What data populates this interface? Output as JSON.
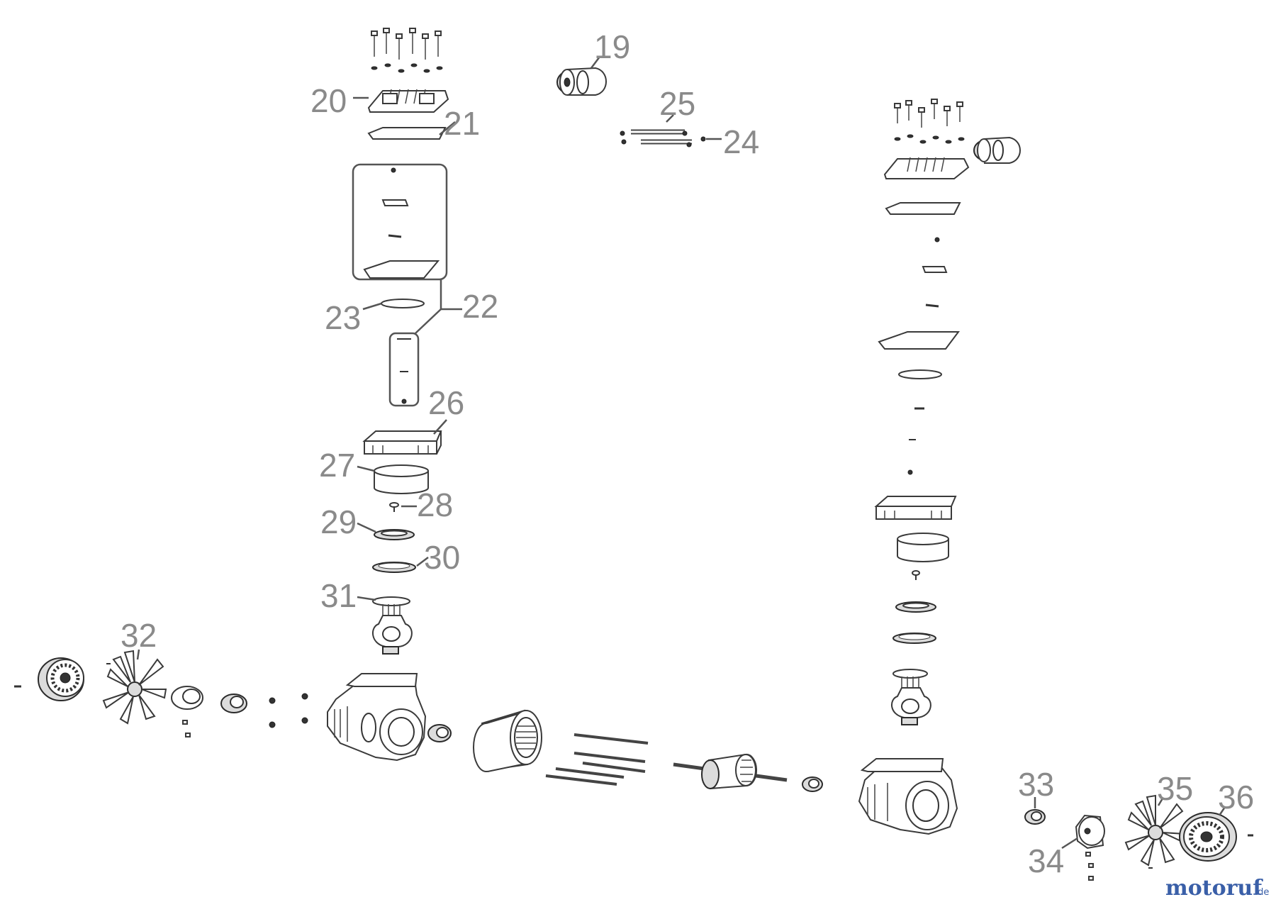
{
  "labels": {
    "p19": "19",
    "p20": "20",
    "p21": "21",
    "p22": "22",
    "p23": "23",
    "p24": "24",
    "p25": "25",
    "p26": "26",
    "p27": "27",
    "p28": "28",
    "p29": "29",
    "p30": "30",
    "p31": "31",
    "p32": "32",
    "p33": "33",
    "p34": "34",
    "p35": "35",
    "p36": "36"
  },
  "logo": {
    "main": "motoruf",
    "suffix": ".de"
  },
  "colors": {
    "label": "#8a8a8a",
    "logo": "#3a5fa8",
    "line": "#3a3a3a"
  }
}
